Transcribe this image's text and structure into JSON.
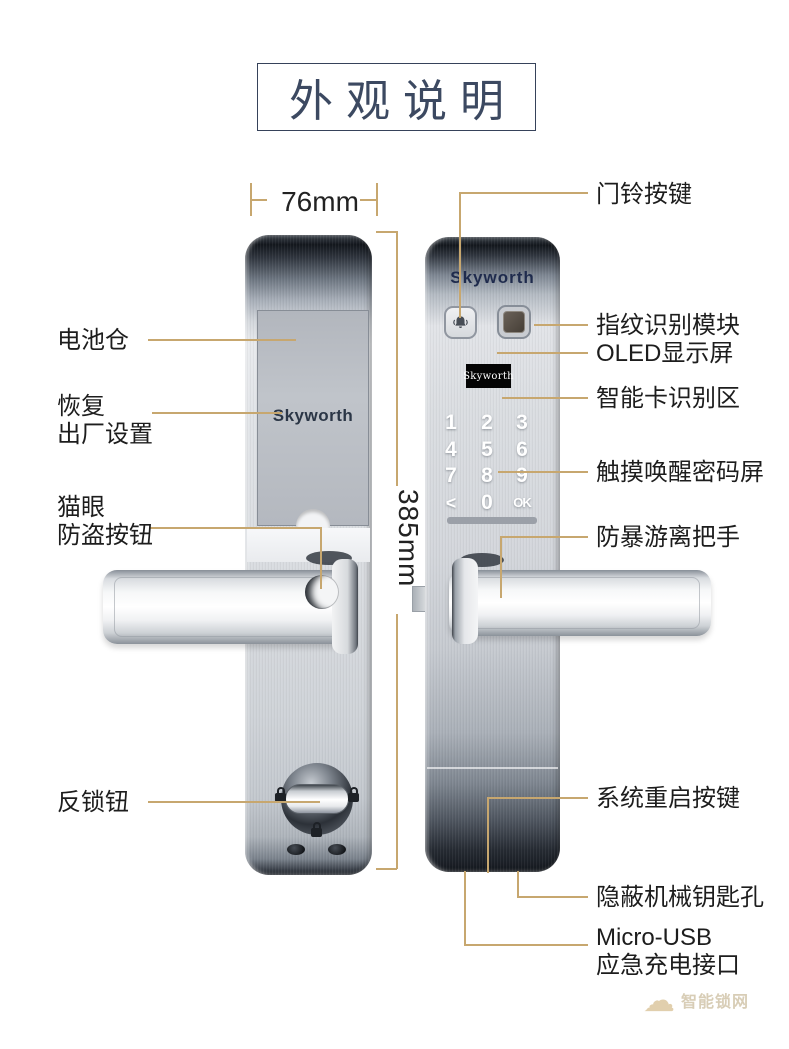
{
  "title": "外观说明",
  "dimensions": {
    "width": "76mm",
    "height": "385mm"
  },
  "labels": {
    "battery": "电池仓",
    "factory_reset_line1": "恢复",
    "factory_reset_line2": "出厂设置",
    "peephole_line1": "猫眼",
    "peephole_line2": "防盗按钮",
    "deadbolt": "反锁钮",
    "doorbell": "门铃按键",
    "fingerprint": "指纹识别模块",
    "oled": "OLED显示屏",
    "smart_card": "智能卡识别区",
    "touch_keypad": "触摸唤醒密码屏",
    "handle": "防暴游离把手",
    "restart": "系统重启按键",
    "keyhole": "隐蔽机械钥匙孔",
    "usb_line1": "Micro-USB",
    "usb_line2": "应急充电接口"
  },
  "lock_back": {
    "brand": "Skyworth"
  },
  "lock_front": {
    "brand": "Skyworth",
    "oled_text": "Skyworth",
    "keypad_keys": [
      "1",
      "2",
      "3",
      "4",
      "5",
      "6",
      "7",
      "8",
      "9",
      "<",
      "0",
      "OK"
    ]
  },
  "watermark": {
    "text": "智能锁网"
  },
  "colors": {
    "connector": "#c7a76f",
    "title": "#3c4961",
    "brand_navy": "#1f2b4d"
  }
}
